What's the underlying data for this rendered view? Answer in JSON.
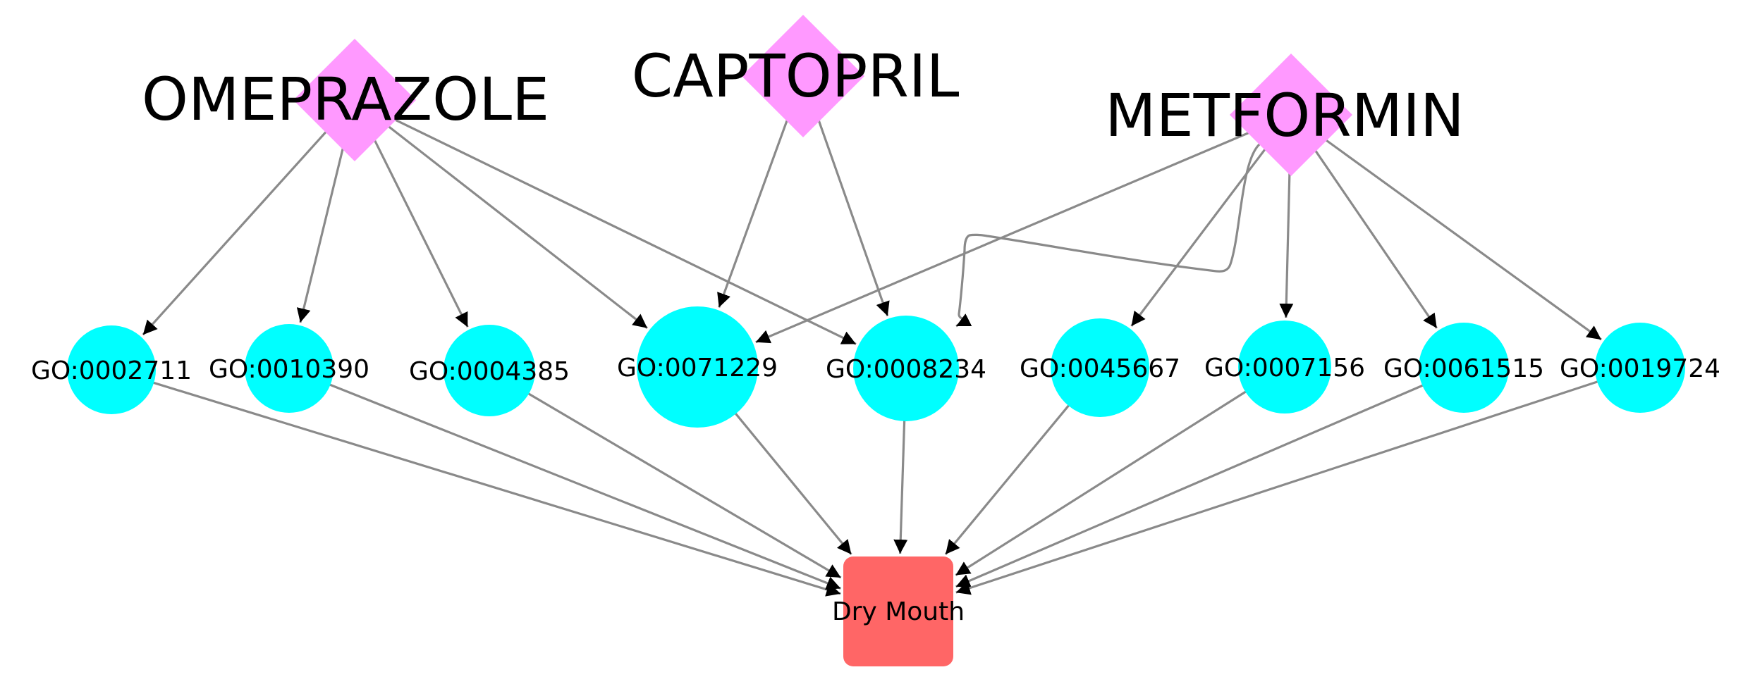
{
  "colors": {
    "drug": "#ff99ff",
    "go_term": "#00ffff",
    "effect": "#ff6666",
    "edge": "#8a8a8a",
    "arrowhead": "#000000"
  },
  "drugs": [
    {
      "id": "omeprazole",
      "label": "OMEPRAZOLE"
    },
    {
      "id": "captopril",
      "label": "CAPTOPRIL"
    },
    {
      "id": "metformin",
      "label": "METFORMIN"
    }
  ],
  "go_terms": [
    {
      "id": "go0002711",
      "label": "GO:0002711"
    },
    {
      "id": "go0010390",
      "label": "GO:0010390"
    },
    {
      "id": "go0004385",
      "label": "GO:0004385"
    },
    {
      "id": "go0071229",
      "label": "GO:0071229"
    },
    {
      "id": "go0008234",
      "label": "GO:0008234"
    },
    {
      "id": "go0045667",
      "label": "GO:0045667"
    },
    {
      "id": "go0007156",
      "label": "GO:0007156"
    },
    {
      "id": "go0061515",
      "label": "GO:0061515"
    },
    {
      "id": "go0019724",
      "label": "GO:0019724"
    }
  ],
  "effect": {
    "id": "dry-mouth",
    "label": "Dry Mouth"
  },
  "edges": [
    [
      "omeprazole",
      "go0002711"
    ],
    [
      "omeprazole",
      "go0010390"
    ],
    [
      "omeprazole",
      "go0004385"
    ],
    [
      "omeprazole",
      "go0071229"
    ],
    [
      "omeprazole",
      "go0008234"
    ],
    [
      "captopril",
      "go0071229"
    ],
    [
      "captopril",
      "go0008234"
    ],
    [
      "metformin",
      "go0071229"
    ],
    [
      "metformin",
      "go0008234"
    ],
    [
      "metformin",
      "go0045667"
    ],
    [
      "metformin",
      "go0007156"
    ],
    [
      "metformin",
      "go0061515"
    ],
    [
      "metformin",
      "go0019724"
    ],
    [
      "go0002711",
      "dry-mouth"
    ],
    [
      "go0010390",
      "dry-mouth"
    ],
    [
      "go0004385",
      "dry-mouth"
    ],
    [
      "go0071229",
      "dry-mouth"
    ],
    [
      "go0008234",
      "dry-mouth"
    ],
    [
      "go0045667",
      "dry-mouth"
    ],
    [
      "go0007156",
      "dry-mouth"
    ],
    [
      "go0061515",
      "dry-mouth"
    ],
    [
      "go0019724",
      "dry-mouth"
    ]
  ]
}
